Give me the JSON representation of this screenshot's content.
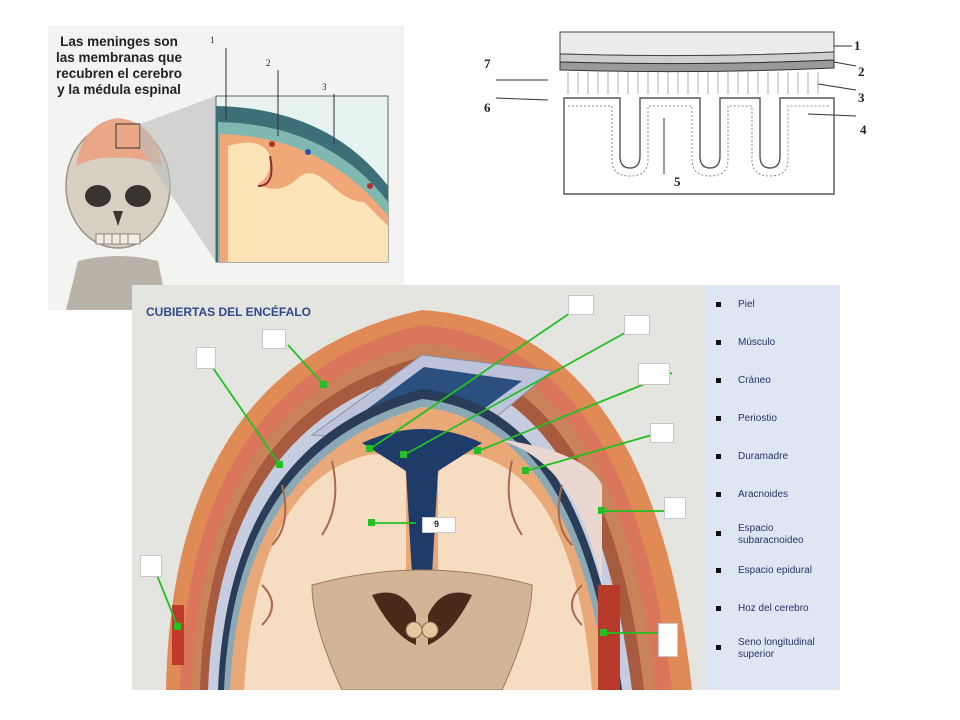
{
  "panel_meninges": {
    "intro_text": "Las meninges son las membranas que recubren el cerebro y la médula espinal",
    "numbers": [
      "1",
      "2",
      "3"
    ]
  },
  "panel_layers": {
    "numbers": [
      "1",
      "2",
      "3",
      "4",
      "5",
      "6",
      "7"
    ]
  },
  "panel_cubiertas": {
    "title": "CUBIERTAS DEL ENCÉFALO",
    "center_label": "9",
    "legend": [
      {
        "label": "Piel"
      },
      {
        "label": "Músculo"
      },
      {
        "label": "Cráneo"
      },
      {
        "label": "Periostio"
      },
      {
        "label": "Duramadre"
      },
      {
        "label": "Aracnoides"
      },
      {
        "label": "Espacio subaracnoideo"
      },
      {
        "label": "Espacio epidural"
      },
      {
        "label": "Hoz del cerebro"
      },
      {
        "label": "Seno longitudinal superior"
      }
    ]
  },
  "colors": {
    "skin": "#e08a55",
    "bone": "#c9825a",
    "dura": "#c7cde0",
    "brain": "#f6dcc0",
    "gray_matter": "#e8a878",
    "pointer": "#22c022",
    "blue_space": "#1e3c6a",
    "legend_bg": "#dfe6f3",
    "title": "#2e4a8a"
  }
}
